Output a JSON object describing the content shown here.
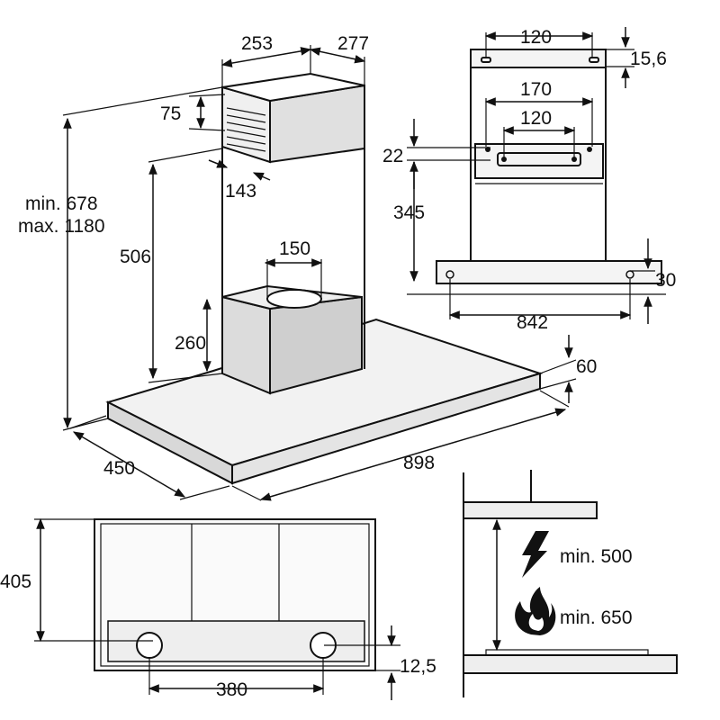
{
  "colors": {
    "line": "#111111",
    "hood_steel": "#f2f2f2",
    "hood_shadow": "#c8c8c8",
    "glass": "#e8e8e8"
  },
  "icons": {
    "electric_hob": "lightning-bolt-icon",
    "gas_hob": "flame-icon"
  },
  "dimensions": {
    "chimney_width": "253",
    "chimney_depth": "277",
    "outlet_height": "75",
    "outlet_offset": "143",
    "chimney_min": "min. 678",
    "chimney_max": "max. 1180",
    "duct_height": "506",
    "outlet_diameter": "150",
    "motor_height": "260",
    "hood_depth": "450",
    "hood_width": "898",
    "canopy_thickness": "60",
    "bracket_spacing": "120",
    "bracket_height": "15,6",
    "upper_bracket_width": "170",
    "upper_bracket_holes": "120",
    "bracket_offset": "22",
    "fixing_height": "345",
    "hole_height": "30",
    "hole_spacing": "842",
    "front_height": "405",
    "filter_offset": "12,5",
    "filter_spacing": "380",
    "electric_clearance": "min. 500",
    "gas_clearance": "min. 650"
  }
}
